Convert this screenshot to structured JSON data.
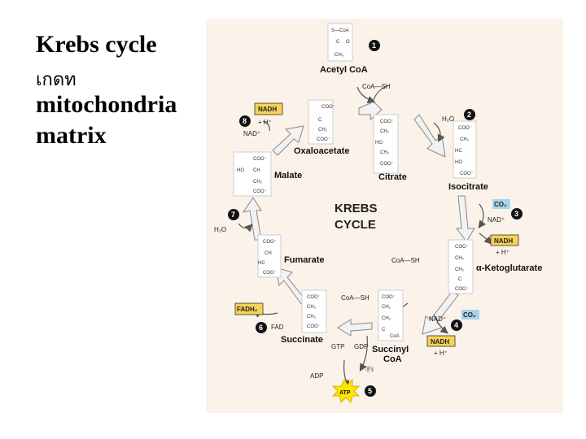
{
  "slide": {
    "title": "Krebs cycle",
    "thai": "เกดท",
    "line3": "mitochondria",
    "line4": "matrix"
  },
  "diagram": {
    "center_title_1": "KREBS",
    "center_title_2": "CYCLE",
    "compounds": {
      "acetyl": "Acetyl CoA",
      "oxaloacetate": "Oxaloacetate",
      "citrate": "Citrate",
      "isocitrate": "Isocitrate",
      "ketoglutarate": "α-Ketoglutarate",
      "succinyl_1": "Succinyl",
      "succinyl_2": "CoA",
      "succinate": "Succinate",
      "fumarate": "Fumarate",
      "malate": "Malate"
    },
    "steps": [
      "1",
      "2",
      "3",
      "4",
      "5",
      "6",
      "7",
      "8"
    ],
    "cofactors": {
      "coa_sh": "CoA—SH",
      "h2o": "H₂O",
      "co2": "CO₂",
      "nad": "NAD⁺",
      "nadh": "NADH",
      "h_plus": "+ H⁺",
      "gtp": "GTP",
      "gdp": "GDP",
      "pi": "Ⓟi",
      "adp": "ADP",
      "atp": "ATP",
      "fad": "FAD",
      "fadh2": "FADH₂"
    },
    "atoms": {
      "s_coa": "S—CoA",
      "c": "C",
      "o": "O",
      "ch3": "CH₃",
      "ch2": "CH₂",
      "ch": "CH",
      "coo": "COO⁻",
      "ho": "HO",
      "h": "H",
      "hc": "HC",
      "coa": "CoA"
    },
    "colors": {
      "nadh_fill": "#f7d257",
      "co2_fill": "#a9d3ee",
      "fadh2_fill": "#f7d257",
      "atp_fill": "#ffe600",
      "panel_bg": "#fbf3ea",
      "arrow_fill": "#f2f2f2"
    }
  }
}
